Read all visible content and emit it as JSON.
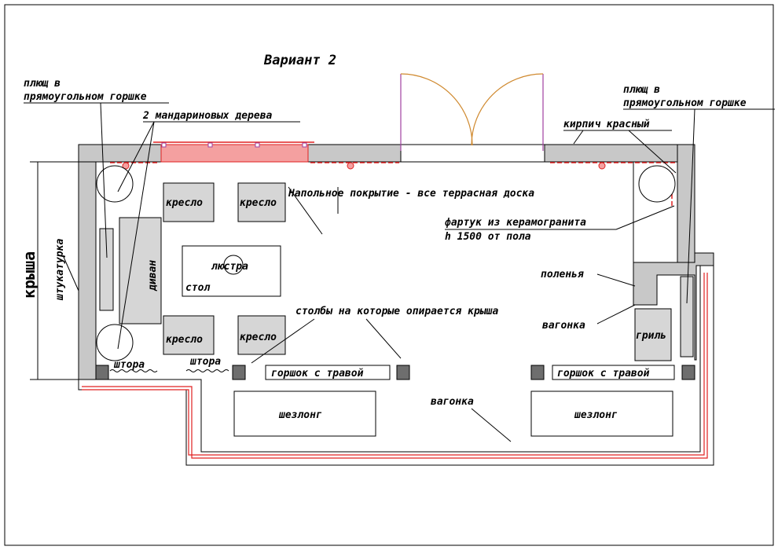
{
  "title": "Вариант 2",
  "labels": {
    "ivy_left_1": "плющ в",
    "ivy_left_2": "прямоугольном горшке",
    "ivy_right_1": "плющ в",
    "ivy_right_2": "прямоугольном горшке",
    "mandarin": "2 мандариновых дерева",
    "brick": "кирпич красный",
    "floor": "Напольное покрытие - все террасная доска",
    "apron_1": "фартук из керамогранита",
    "apron_2": "h 1500 от пола",
    "logs": "поленья",
    "lining_right": "вагонка",
    "pillars": "столбы на которые опирается крыша",
    "lining_bottom": "вагонка",
    "roof": "крыша",
    "plaster": "штукатурка",
    "curtain_1": "штора",
    "curtain_2": "штора"
  },
  "furniture": {
    "armchair": "кресло",
    "sofa": "диван",
    "chandelier": "люстра",
    "table": "стол",
    "grill": "гриль",
    "pot_grass": "горшок с травой",
    "lounger": "шезлонг"
  },
  "colors": {
    "wall": "#c8c8c8",
    "furniture": "#d6d6d6",
    "pillar": "#6e6e6e",
    "red_brick": "#f4a0a0",
    "red_line": "#e02020",
    "door": "#d08a30",
    "door_frame": "#a040a0"
  }
}
